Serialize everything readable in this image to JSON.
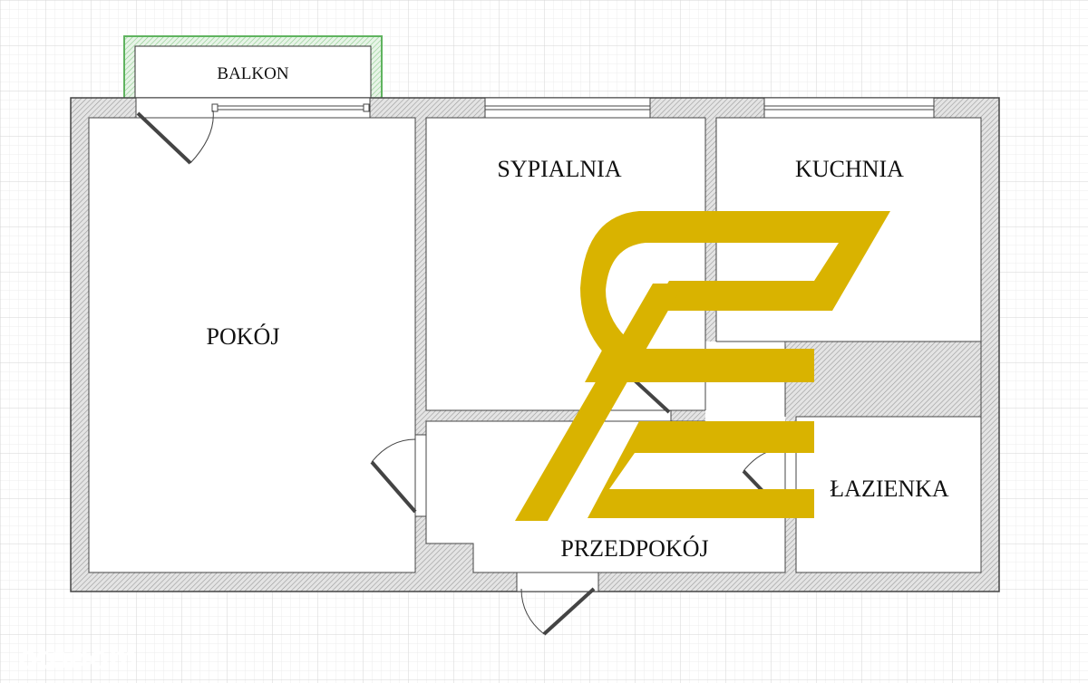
{
  "plan": {
    "rooms": {
      "balkon": "BALKON",
      "pokoj": "POKÓJ",
      "sypialnia": "SYPIALNIA",
      "kuchnia": "KUCHNIA",
      "przedpokoj": "PRZEDPOKÓJ",
      "lazienka": "ŁAZIENKA"
    }
  },
  "watermarks": {
    "bottom_left": "otodom"
  },
  "colors": {
    "logo": "#D9B300",
    "balcony_outline": "#5fb35f",
    "wall": "#555555",
    "grid": "#e6e6e6"
  }
}
